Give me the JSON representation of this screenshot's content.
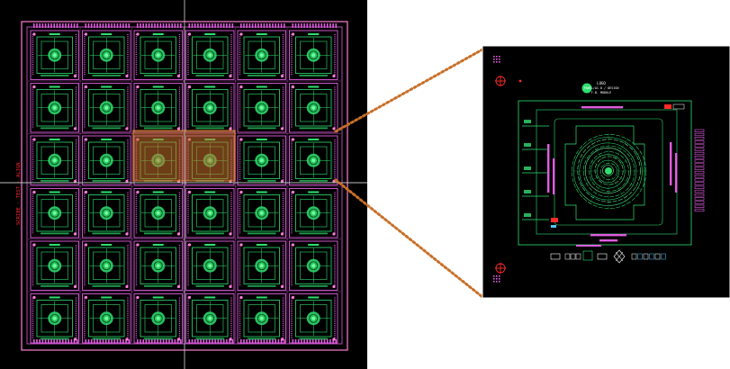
{
  "colors": {
    "background": "#ffffff",
    "canvas": "#000000",
    "die_green": "#2fe070",
    "die_green_bright": "#6dff9a",
    "pad_magenta": "#e05ce0",
    "frame_pink": "#ff7fd6",
    "crosshair": "#bfbfbf",
    "highlight": "#c8702a",
    "callout_dots": "#c8702a",
    "red_text": "#ff2a2a",
    "zoom_cyan": "#4cc9ff"
  },
  "wafer": {
    "rows": 6,
    "cols": 6,
    "highlighted_dies": [
      [
        2,
        2
      ],
      [
        2,
        3
      ]
    ],
    "side_label": "SCRIBE · TEST · ALIGN"
  },
  "zoom": {
    "title": "LOGO",
    "line1": "PANEL/A1  8 / DESIGN",
    "line2": "T.B. MODULE",
    "fiducial_icon": "cross-fiducial-icon",
    "center_icon": "spiral-coil-icon"
  }
}
